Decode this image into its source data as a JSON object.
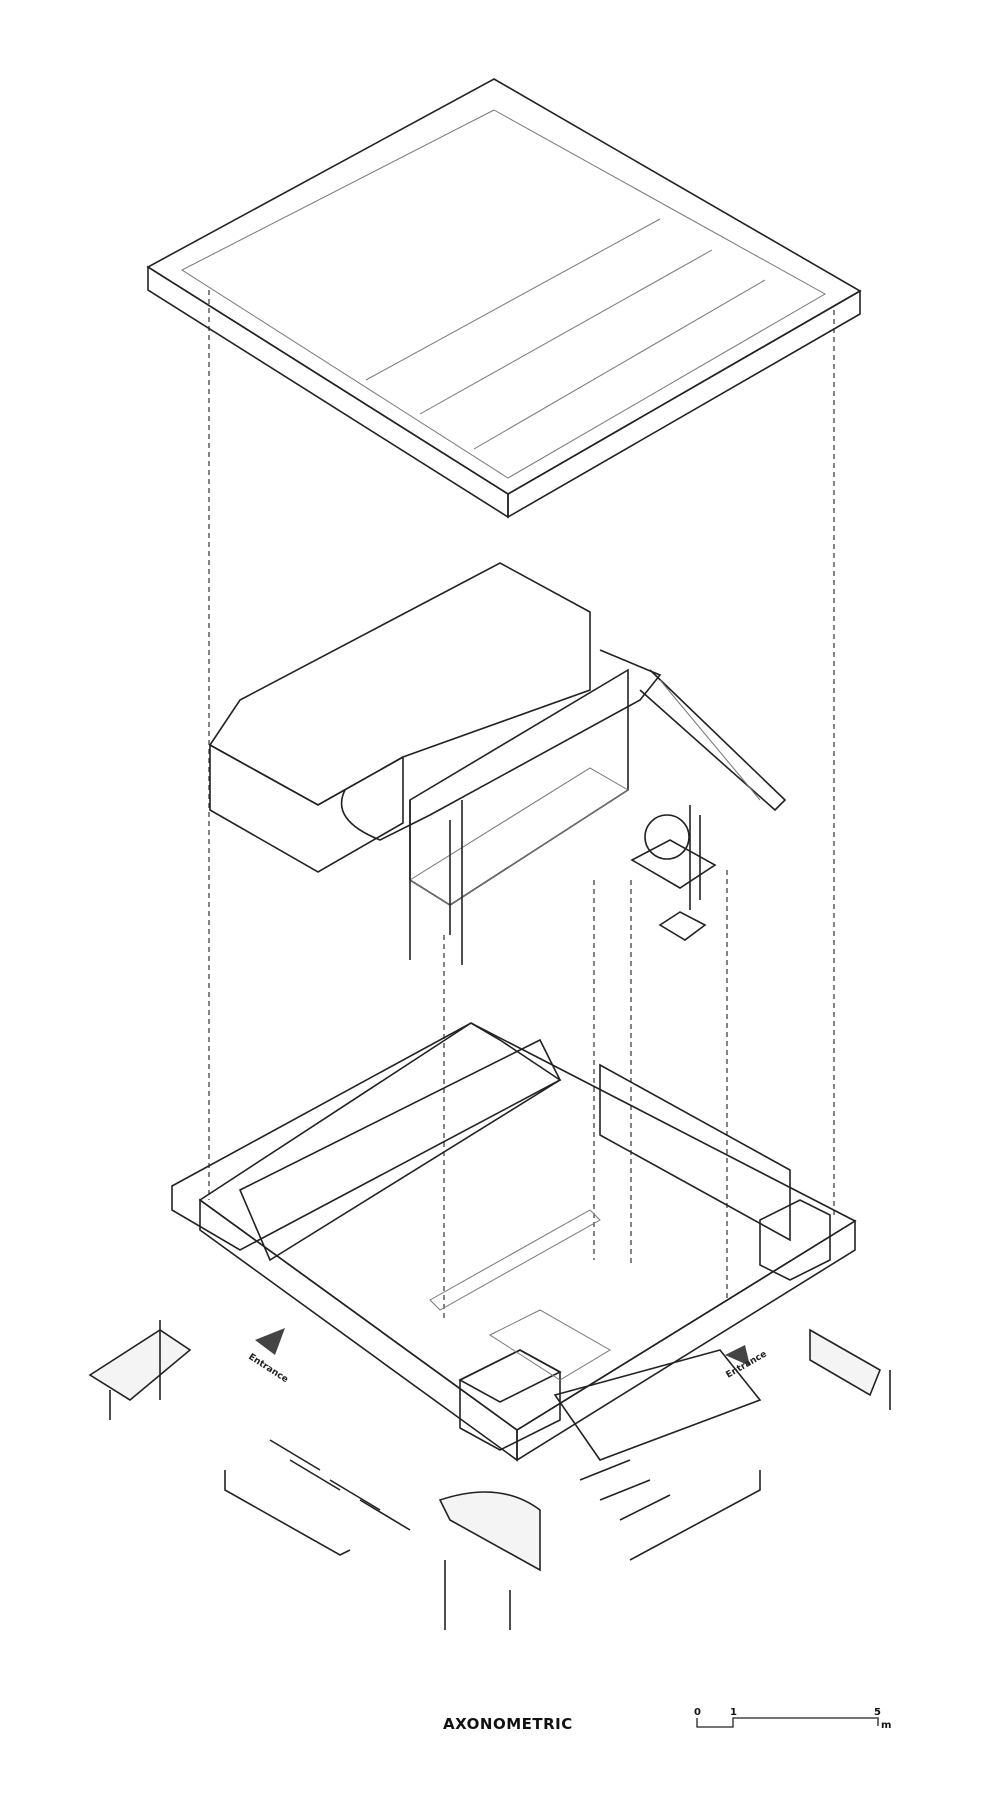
{
  "title": "AXONOMETRIC",
  "scale_bar": {
    "ticks": [
      "0",
      "1",
      "5"
    ],
    "unit": "m"
  },
  "labels": {
    "entrance_left": "Entrance",
    "entrance_right": "Entrance"
  },
  "colors": {
    "roof_glow": "#fbfbe6",
    "dark_volume": "#6b6b6b",
    "floor": "#f3f3f3",
    "line": "#222222"
  }
}
